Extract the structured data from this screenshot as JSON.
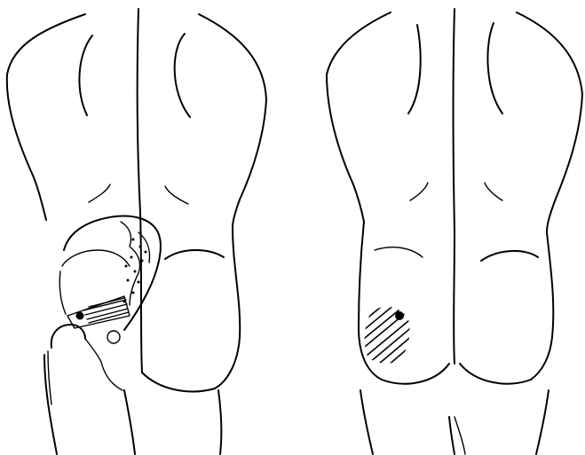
{
  "figure": {
    "panels": [
      {
        "id": "anatomy",
        "description_label": ""
      },
      {
        "id": "referred-pain",
        "description_label": ""
      }
    ],
    "colors": {
      "line": "#000000",
      "background": "#ffffff",
      "marker": "#000000"
    },
    "icons": [
      "trigger-point-marker",
      "pain-zone-hatching"
    ]
  }
}
